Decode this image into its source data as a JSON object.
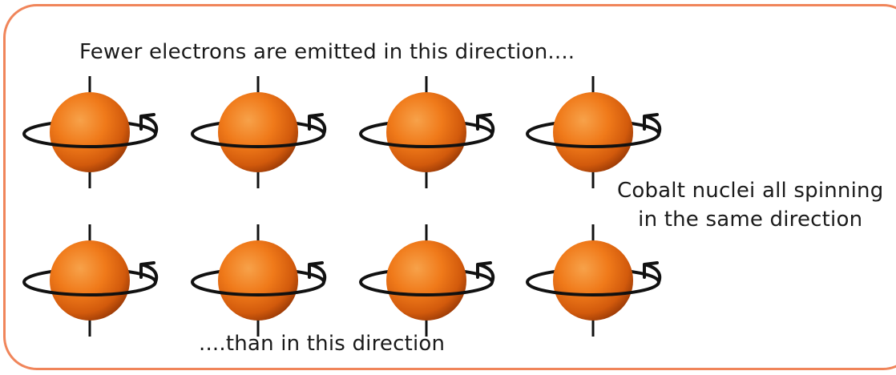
{
  "diagram": {
    "top_caption": "Fewer electrons are emitted in this direction....",
    "bottom_caption": "....than in this direction",
    "side_caption_line1": "Cobalt nuclei all spinning",
    "side_caption_line2": "in the same direction",
    "nucleus_color": "#f07a1a",
    "nucleus_shadow_color": "#b84a0a",
    "frame_color": "#f0855a",
    "rows": 2,
    "nuclei_per_row": 4
  }
}
